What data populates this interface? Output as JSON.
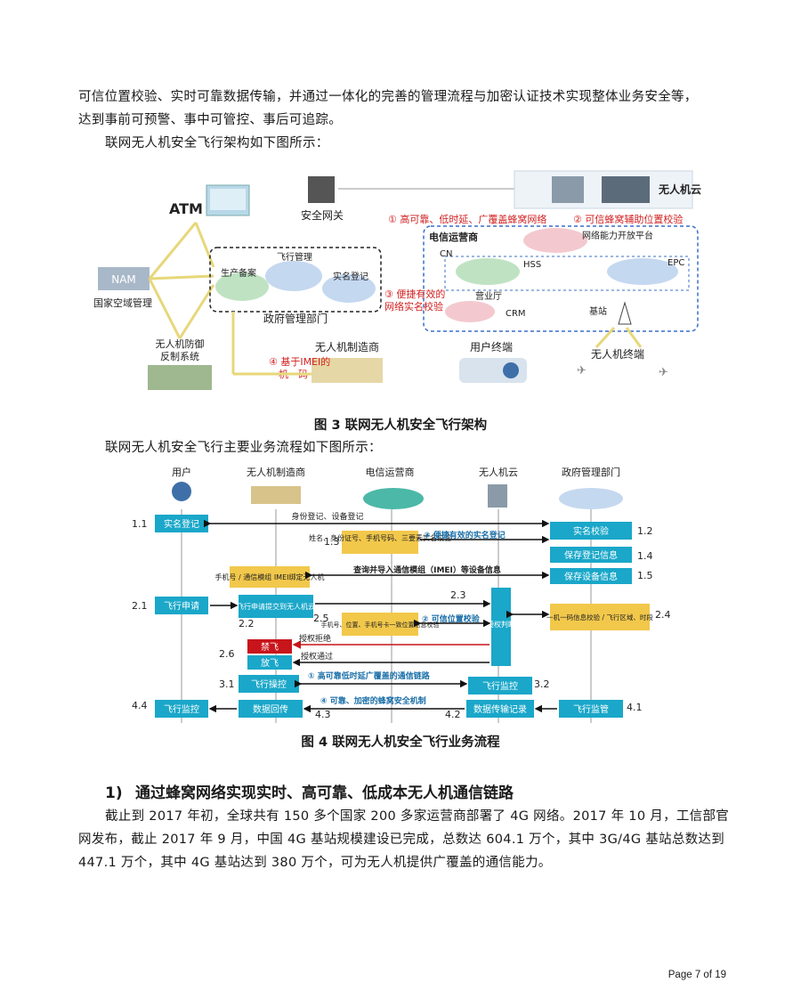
{
  "paragraphs": {
    "intro_line1": "可信位置校验、实时可靠数据传输，并通过一体化的完善的管理流程与加密认证技术实现整体业务安全等，",
    "intro_line2": "达到事前可预警、事中可管控、事后可追踪。",
    "fig3_intro": "联网无人机安全飞行架构如下图所示：",
    "fig4_intro": "联网无人机安全飞行主要业务流程如下图所示：",
    "body": "截止到 2017 年初，全球共有 150 多个国家 200 多家运营商部署了 4G 网络。2017 年 10 月，工信部官网发布，截止 2017 年 9 月，中国 4G 基站规模建设已完成，总数达 604.1 万个，其中 3G/4G 基站总数达到 447.1 万个，其中 4G 基站达到 380 万个，可为无人机提供广覆盖的通信能力。"
  },
  "figure3": {
    "caption": "图 3  联网无人机安全飞行架构",
    "labels": {
      "atm": "ATM",
      "nam": "NAM",
      "national_airspace": "国家空域管理",
      "anti_drone": "无人机防御",
      "anti_drone2": "反制系统",
      "security_gateway": "安全网关",
      "gov_dept": "政府管理部门",
      "flight_mgmt": "飞行管理",
      "production_filing": "生产备案",
      "realname_reg": "实名登记",
      "manufacturer": "无人机制造商",
      "drone_cloud": "无人机云",
      "telecom_operator": "电信运营商",
      "network_open_platform": "网络能力开放平台",
      "cn": "CN",
      "hss": "HSS",
      "epc": "EPC",
      "business_hall": "营业厅",
      "crm": "CRM",
      "base_station": "基站",
      "user_terminal": "用户终端",
      "drone_terminal": "无人机终端",
      "note1": "① 高可靠、低时延、广覆盖蜂窝网络",
      "note2": "② 可信蜂窝辅助位置校验",
      "note3a": "③ 便捷有效的",
      "note3b": "网络实名校验",
      "note4a": "④ 基于IMEI的",
      "note4b": "一机一码"
    }
  },
  "figure4": {
    "caption": "图 4  联网无人机安全飞行业务流程",
    "columns": [
      "用户",
      "无人机制造商",
      "电信运营商",
      "无人机云",
      "政府管理部门"
    ],
    "step_numbers": {
      "s1_1": "1.1",
      "s1_2": "1.2",
      "s1_3": "1.3",
      "s1_4": "1.4",
      "s1_5": "1.5",
      "s2_1": "2.1",
      "s2_2": "2.2",
      "s2_3": "2.3",
      "s2_4": "2.4",
      "s2_5": "2.5",
      "s2_6": "2.6",
      "s3_1": "3.1",
      "s3_2": "3.2",
      "s4_1": "4.1",
      "s4_2": "4.2",
      "s4_3": "4.3",
      "s4_4": "4.4"
    },
    "boxes": {
      "realname_reg": "实名登记",
      "gov_check": "实名校验",
      "gov_save_info": "保存登记信息",
      "gov_save_info2": "保存设备信息",
      "realname_fields": "姓名、身份证号、手机号码、三要素实名校验",
      "phone_imei": "手机号 / 通信模组 IMEI绑定无人机",
      "flight_apply": "飞行申请",
      "apply_submit": "飞行申请提交到无人机云",
      "cloud_auth": "授权判断",
      "one_code": "一机一码信息校验 / 飞行区域、时段",
      "location_check": "手机号、位置、手机号卡一致位置信息校验",
      "deny": "禁飞",
      "allow": "放飞",
      "flight_control": "飞行操控",
      "flight_monitor": "飞行监控",
      "cloud_monitor": "飞行监控",
      "data_transfer": "数据传输记录",
      "gov_supervise": "飞行监管",
      "manufacturer_data": "数据回传"
    },
    "arrows": {
      "a1_1": "身份登记、设备登记",
      "a1_3": "③ 便捷有效的实名登记",
      "a1_5": "查询并导入通信模组（IMEI）等设备信息",
      "a2_5": "② 可信位置校验",
      "a2_6a": "授权拒绝",
      "a2_6b": "授权通过",
      "a3_1": "① 高可靠低时延广覆盖的通信链路",
      "a4_3": "④ 可靠、加密的蜂窝安全机制"
    }
  },
  "section": {
    "number": "1)",
    "title": "通过蜂窝网络实现实时、高可靠、低成本无人机通信链路"
  },
  "footer": {
    "page": "Page 7 of 19"
  },
  "colors": {
    "cyan_box": "#1aa7c9",
    "yellow_box": "#f2c84b",
    "red": "#d21f1f",
    "beige": "#f4e2a8",
    "blue_dashed": "#3a6fc9"
  }
}
